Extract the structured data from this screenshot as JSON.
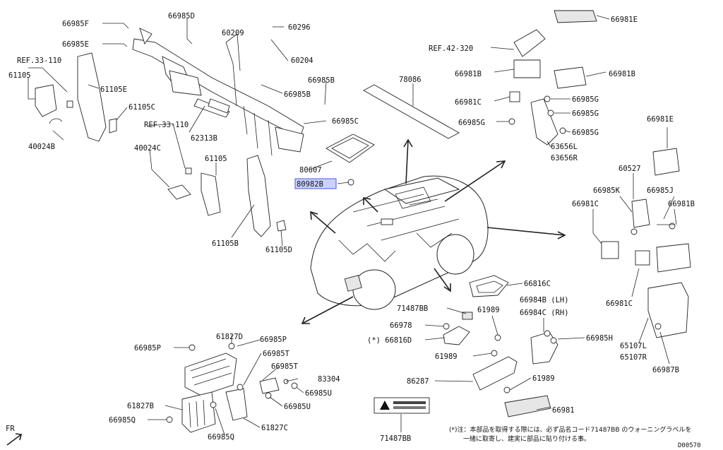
{
  "labels": {
    "p66985F": "66985F",
    "p66985E": "66985E",
    "p66985D": "66985D",
    "p60209": "60209",
    "p60296": "60296",
    "p60204": "60204",
    "p66985B_a": "66985B",
    "p66985B_b": "66985B",
    "p66985C": "66985C",
    "ref33_110_a": "REF.33-110",
    "ref33_110_b": "REF.33-110",
    "p61105_a": "61105",
    "p61105E": "61105E",
    "p61105C": "61105C",
    "p40024B": "40024B",
    "p40024C": "40024C",
    "p62313B": "62313B",
    "p61105_b": "61105",
    "p80607": "80607",
    "p80982B": "80982B",
    "p61105B": "61105B",
    "p61105D": "61105D",
    "p78086": "78086",
    "ref42_320": "REF.42-320",
    "p66981E_a": "66981E",
    "p66981B_a": "66981B",
    "p66981B_b": "66981B",
    "p66981C_a": "66981C",
    "p66985G_a": "66985G",
    "p66985G_b": "66985G",
    "p66985G_c": "66985G",
    "p66985G_d": "66985G",
    "p63656L": "63656L",
    "p63656R": "63656R",
    "p66981E_b": "66981E",
    "p60527": "60527",
    "p66985K": "66985K",
    "p66985J": "66985J",
    "p66981C_b": "66981C",
    "p66981B_c": "66981B",
    "p66981C_c": "66981C",
    "p65107L": "65107L",
    "p65107R": "65107R",
    "p66987B": "66987B",
    "p66816C": "66816C",
    "p66984B": "66984B (LH)",
    "p66984C": "66984C (RH)",
    "p66985H": "66985H",
    "p71487BB_a": "71487BB",
    "p66978": "66978",
    "p66816D": "(*) 66816D",
    "p61989_a": "61989",
    "p61989_b": "61989",
    "p61989_c": "61989",
    "p86287": "86287",
    "p66981": "66981",
    "p71487BB_b": "71487BB",
    "p61827D": "61827D",
    "p66985P_a": "66985P",
    "p66985P_b": "66985P",
    "p66985T_a": "66985T",
    "p66985T_b": "66985T",
    "p83304": "83304",
    "p66985U_a": "66985U",
    "p66985U_b": "66985U",
    "p61827B": "61827B",
    "p61827C": "61827C",
    "p66985Q_a": "66985Q",
    "p66985Q_b": "66985Q",
    "fr": "FR",
    "note_line1": "(*)注：本部品を取得する際には、必ず品名コード71487BB のウォーニングラベルを",
    "note_line2": "一緒に取寄し、建実に部品に貼り付ける事。",
    "diagram_id": "D00570"
  }
}
